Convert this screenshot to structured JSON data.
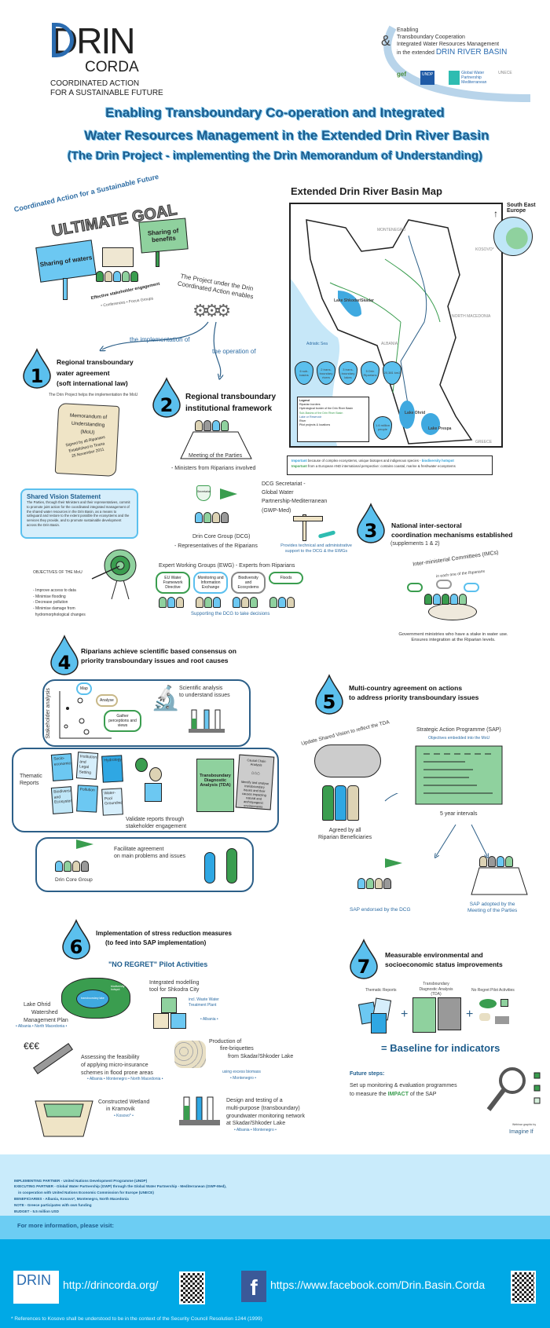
{
  "header": {
    "logo_main": "DRIN",
    "logo_sub": "CORDA",
    "logo_tag1": "COORDINATED ACTION",
    "logo_tag2": "FOR A SUSTAINABLE FUTURE",
    "partner_lines": [
      "Enabling",
      "Transboundary Cooperation",
      "Integrated Water Resources Management",
      "in the extended"
    ],
    "partner_amp": "&",
    "partner_basin": "DRIN RIVER BASIN",
    "partner_logos": [
      "gef",
      "UNDP",
      "Global Water Partnership Mediterranean",
      "UNECE"
    ]
  },
  "title": {
    "line1": "Enabling Transboundary Co-operation and Integrated",
    "line2": "Water Resources Management in the Extended Drin River Basin",
    "line3": "(The Drin Project - implementing the Drin Memorandum of Understanding)"
  },
  "goal": {
    "arc": "Coordinated Action for a Sustainable Future",
    "heading": "ULTIMATE GOAL",
    "sign_waters": "Sharing of waters",
    "sign_benefits": "Sharing of benefits",
    "engagement": "Effective stakeholder engagement",
    "engagement_items": [
      "Conferences",
      "Focus Groups"
    ]
  },
  "enables": {
    "text": "The Project under the Drin Coordinated Action enables",
    "implementation": "the implementation of",
    "operation": "the operation of"
  },
  "s1": {
    "num": "1",
    "title": [
      "Regional transboundary",
      "water agreement",
      "(soft international law)"
    ],
    "note": "The Drin Project helps the implementation the MoU",
    "scroll": [
      "Memorandum of",
      "Understanding",
      "(MoU)",
      "Signed by all Riparians",
      "Established in Tirana",
      "25 November 2011"
    ],
    "vision_title": "Shared Vision Statement",
    "vision_text": "The Parties, through their Ministers and their representatives, commit to promote joint action for the coordinated integrated management of the shared water resources in the Drin Basin, as a means to safeguard and restore to the extent possible the ecosystems and the services they provide, and to promote sustainable development across the Drin Basin.",
    "objectives_title": "OBJECTIVES OF THE MoU",
    "objectives": [
      "- Improve access to data",
      "- Minimise flooding",
      "- Decrease pollution",
      "- Minimise damage from",
      "  hydromorphological changes"
    ]
  },
  "s2": {
    "num": "2",
    "title": [
      "Regional transboundary",
      "institutional framework"
    ],
    "mop": "Meeting of the Parties",
    "mop_sub": "- Ministers from Riparians involved",
    "dcg": "Drin Core Group (DCG)",
    "dcg_sub": "- Representatives of the Riparians",
    "shield": "Secretariat",
    "secretariat": [
      "DCG Secretariat -",
      "Global Water",
      "Partnership-Mediterranean",
      "(GWP-Med)"
    ],
    "support": "Provides technical and administrative support to the DCG & the EWGs",
    "ewg": "Expert Working Groups (EWG) - Experts from Riparians",
    "ewg_groups": [
      "EU Water Framework Directive",
      "Monitoring and Information Exchange",
      "Biodiversity and Ecosystems",
      "Floods"
    ],
    "ewg_note": "Supporting the DCG to take decisions"
  },
  "map": {
    "title": "Extended Drin River Basin Map",
    "inset": "South East Europe",
    "countries": [
      "MONTENEGRO",
      "KOSOVO*",
      "ALBANIA",
      "NORTH MACEDONIA",
      "GREECE"
    ],
    "sea": "Adriatic Sea",
    "lakes": [
      "Lake Shkodar/Skadar",
      "Lake Ohrid",
      "Lake Prespa"
    ],
    "facts": [
      "6 sub-basins",
      "2 trans-boundary rivers",
      "3 trans-boundary lakes",
      "5 Drin Riparians",
      "20,381 km2",
      "1.6 million people"
    ],
    "legend_title": "Legend",
    "legend": [
      "Riparian borders",
      "Hydrological border of the Drin River Basin",
      "Sub-Basins of the Drin River Basin",
      "Lake or Reservoir",
      "River",
      "Pilot projects & locations"
    ],
    "important1_label": "Important",
    "important1": "because of complex ecosystems, unique biotopes and indigenous species -",
    "important1_hl": "biodiversity hotspot",
    "important2_label": "Important",
    "important2": "from a European AND international perspective: contains coastal, marine & freshwater ecosystems"
  },
  "s3": {
    "num": "3",
    "title": [
      "National inter-sectoral",
      "coordination mechanisms established"
    ],
    "sub": "(supplements 1 & 2)",
    "imc": "Inter-ministerial Committees (IMCs)",
    "imc_sub": "in each one of the Riparians",
    "note": [
      "Government ministries who have a stake in water use.",
      "Ensures integration at the Riparian levels."
    ]
  },
  "s4": {
    "num": "4",
    "title": [
      "Riparians achieve scientific based consensus on",
      "priority transboundary issues and root causes"
    ],
    "axis": "Stakeholder analysis",
    "bubbles": [
      "Map",
      "Analyse",
      "Gather perceptions and views"
    ],
    "science": [
      "Scientific analysis",
      "to understand issues"
    ],
    "thematic": [
      "Thematic",
      "Reports"
    ],
    "reports": [
      "Socio-economics",
      "Institutional and Legal Setting",
      "Hydrology",
      "Biodiversity and Ecosystems",
      "Pollution",
      "Water-Pool Groundwater"
    ],
    "validate": [
      "Validate reports through",
      "stakeholder engagement"
    ],
    "tda": "Transboundary Diagnostic Analysis (TDA)",
    "causal": "Causal Chain Analysis",
    "causal_text": "Identify and analyse transboundary issues and their causes impacting natural and anthropogenic environments",
    "facilitate": [
      "Facilitate agreement",
      "on main problems and issues"
    ],
    "dcg": "Drin Core Group"
  },
  "s5": {
    "num": "5",
    "title": [
      "Multi-country agreement on actions",
      "to address priority transboundary issues"
    ],
    "cloud": "Update Shared Vision to reflect the TDA",
    "agreed": [
      "Agreed by all",
      "Riparian Beneficiaries"
    ],
    "sap": "Strategic Action Programme (SAP)",
    "sap_sub": "Objectives embedded into the MoU",
    "intervals": "5 year intervals",
    "endorsed": "SAP endorsed by the DCG",
    "adopted": [
      "SAP adopted by the",
      "Meeting of the Parties"
    ]
  },
  "s6": {
    "num": "6",
    "title": [
      "Implementation of stress reduction measures",
      "(to feed into SAP implementation)"
    ],
    "heading": "\"NO REGRET\" Pilot Activities",
    "pilots": [
      {
        "name": [
          "Lake Ohrid",
          "Watershed",
          "Management Plan"
        ],
        "where": "• Albania • North Macedonia •"
      },
      {
        "name": [
          "Integrated modelling",
          "tool for Shkodra City"
        ],
        "sub": "incl. Waste Water Treatment Plant",
        "where": "• Albania •"
      },
      {
        "name": [
          "Assessing the feasibility",
          "of applying micro-insurance",
          "schemes in flood prone areas"
        ],
        "where": "• Albania • Montenegro • North Macedonia •"
      },
      {
        "name": [
          "Production of",
          "fire-briquettes",
          "from Skadar/Shkoder Lake"
        ],
        "sub": "using excess biomass",
        "where": "• Montenegro •"
      },
      {
        "name": [
          "Constructed Wetland",
          "in Kramovik"
        ],
        "where": "• Kosovo* •"
      },
      {
        "name": [
          "Design and testing of a",
          "multi-purpose (transboundary)",
          "groundwater monitoring network",
          "at Skadar/Shkoder Lake"
        ],
        "where": "• Albania • Montenegro •"
      }
    ],
    "lake_labels": [
      "transboundary lake",
      "biodiversity hotspot"
    ]
  },
  "s7": {
    "num": "7",
    "title": [
      "Measurable environmental and",
      "socioeconomic status improvements"
    ],
    "inputs": [
      "Thematic Reports",
      "Transboundary Diagnostic Analysis (TDA)",
      "No Regret Pilot Activities"
    ],
    "plus": "+",
    "equals": "=",
    "baseline": "Baseline for indicators",
    "future": "Future steps:",
    "future_text1": "Set up monitoring & evaluation programmes",
    "future_text2a": "to measure the",
    "future_impact": "IMPACT",
    "future_text2b": "of the SAP",
    "credit": "Webinar graphic by",
    "credit_brand": "Imagine If"
  },
  "footer": {
    "lines": [
      "IMPLEMENTING PARTNER - United Nations Development Programme (UNDP)",
      "EXECUTING PARTNER - Global Water Partnership (GWP) through the Global Water Partnership - Mediterranean (GWP-Med),",
      "    in cooperation with United Nations Economic Commission for Europe (UNECE)",
      "BENEFICIARIES - Albania, Kosovo*, Montenegro, North Macedonia",
      "NOTE - Greece participates with own funding",
      "BUDGET - 5.5 million USD"
    ],
    "more": "For more information, please visit:",
    "website": "http://drincorda.org/",
    "facebook": "https://www.facebook.com/Drin.Basin.Corda",
    "fb_letter": "f",
    "note": "* References to Kosovo shall be understood to be in the context of the Security Council Resolution 1244 (1999)"
  },
  "colors": {
    "title": "#1d5c8c",
    "drop": "#5bc0ee",
    "green": "#3a9d4f",
    "footer_dark": "#00a9e6",
    "footer_mid": "#6ccdf3",
    "footer_light": "#c9ebfb"
  }
}
